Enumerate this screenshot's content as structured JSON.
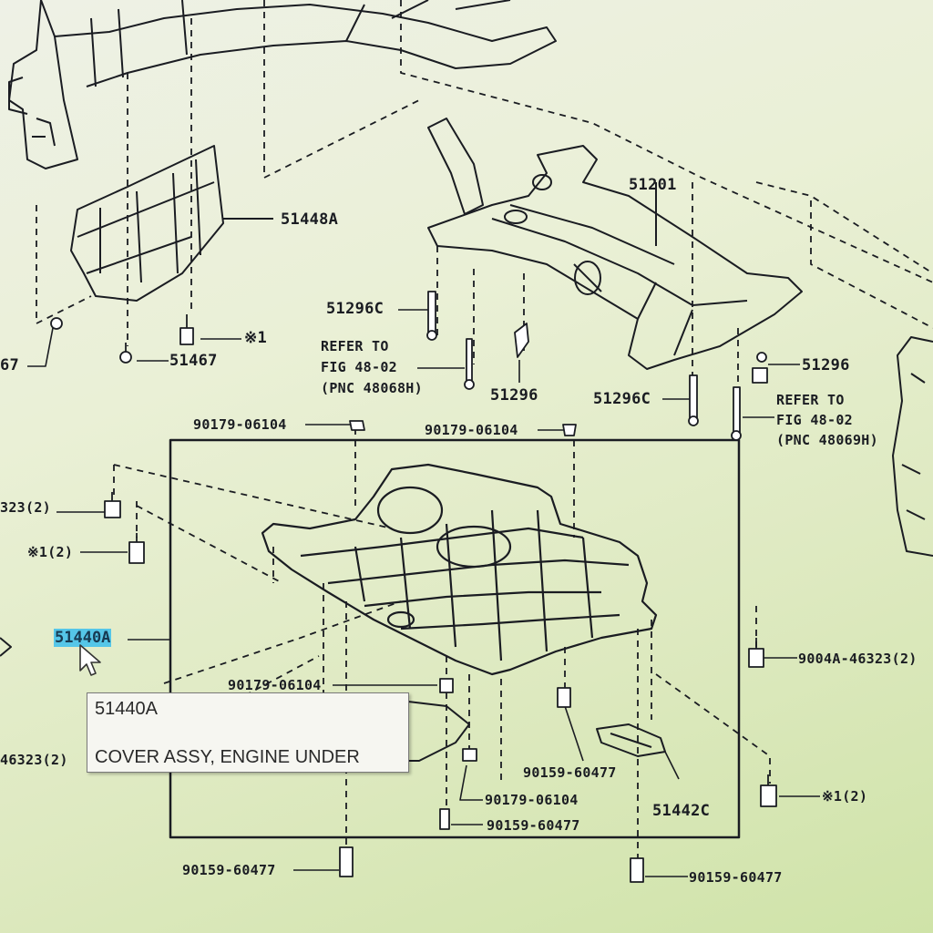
{
  "diagram": {
    "labels": {
      "p51448a": "51448A",
      "p51201": "51201",
      "p51296c_top": "51296C",
      "p51467_a": "51467",
      "p51467_b": "67",
      "note1_top": "※1",
      "refer1_line1": "REFER TO",
      "refer1_line2": "FIG 48-02",
      "refer1_line3": "(PNC 48068H)",
      "p51296_mid": "51296",
      "p51296_right": "51296",
      "p51296c_right": "51296C",
      "refer2_line1": "REFER TO",
      "refer2_line2": "FIG 48-02",
      "refer2_line3": "(PNC 48069H)",
      "p90179_a": "90179-06104",
      "p90179_b": "90179-06104",
      "p90179_c": "90179-06104",
      "p90179_d": "90179-06104",
      "p323_left": "323(2)",
      "note1_left": "※1(2)",
      "p46323_left": "46323(2)",
      "p9004a": "9004A-46323(2)",
      "note1_right": "※1(2)",
      "p90159_a": "90159-60477",
      "p90159_b": "90159-60477",
      "p90159_c": "90159-60477",
      "p90159_d": "90159-60477",
      "p51442c": "51442C"
    },
    "selected_part": "51440A",
    "tooltip": {
      "part_number": "51440A",
      "description": "COVER ASSY, ENGINE UNDER"
    }
  },
  "colors": {
    "highlight": "#55c6e8",
    "line": "#1a1c22",
    "background": "#e6ecd0"
  },
  "icons": {
    "cursor": "arrow-cursor-icon"
  }
}
